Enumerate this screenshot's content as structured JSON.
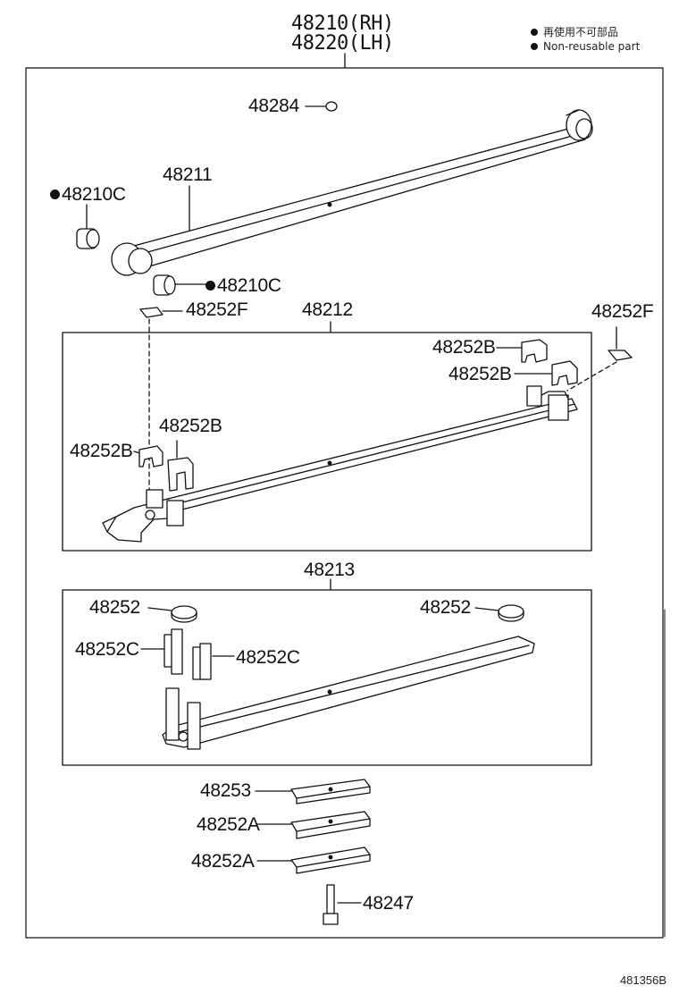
{
  "header": {
    "line1": "48210(RH)",
    "line2": "48220(LH)"
  },
  "legend": {
    "jp": "再使用不可部品",
    "en": "Non-reusable part"
  },
  "parts": {
    "p48284": "48284",
    "p48211": "48211",
    "p48210c_left": "48210C",
    "p48210c_right": "48210C",
    "p48252f_left": "48252F",
    "p48252f_right": "48252F",
    "p48212": "48212",
    "p48252b_r1": "48252B",
    "p48252b_r2": "48252B",
    "p48252b_l1": "48252B",
    "p48252b_l2": "48252B",
    "p48213": "48213",
    "p48252_left": "48252",
    "p48252_right": "48252",
    "p48252c_left": "48252C",
    "p48252c_right": "48252C",
    "p48253": "48253",
    "p48252a_1": "48252A",
    "p48252a_2": "48252A",
    "p48247": "48247"
  },
  "illustration_code": "481356B"
}
